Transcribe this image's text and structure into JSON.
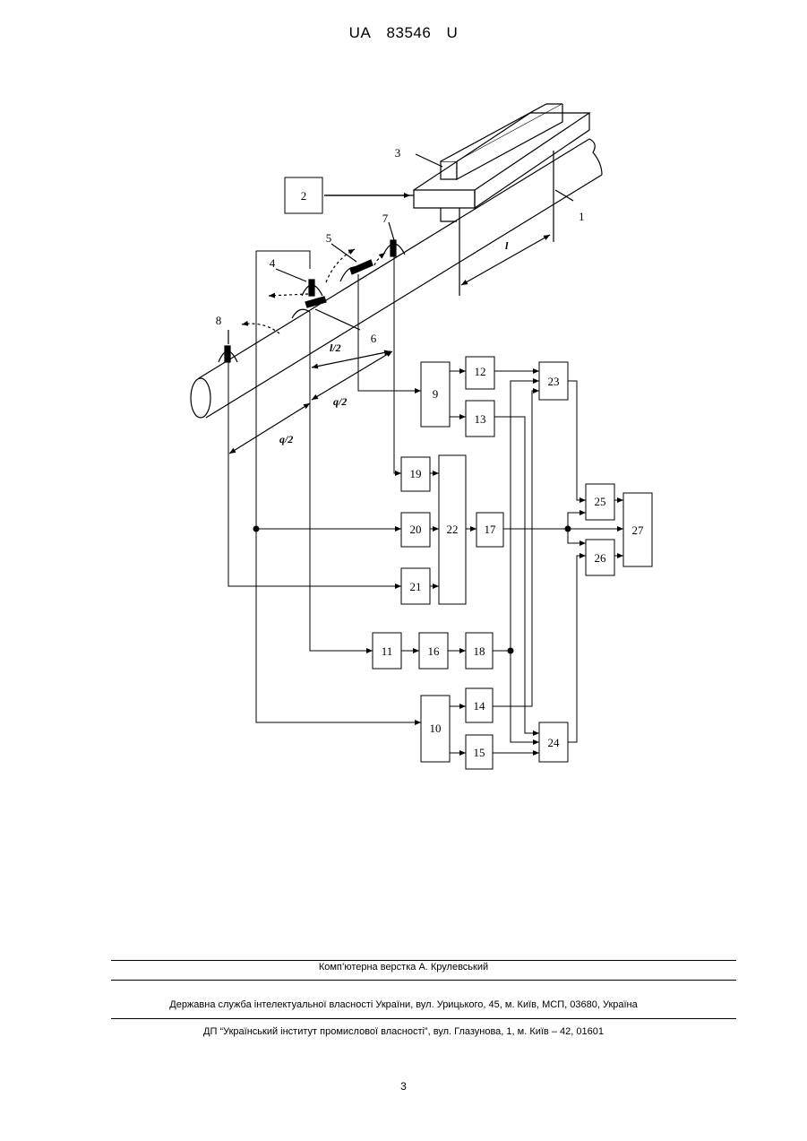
{
  "header": {
    "office": "UA",
    "number": "83546",
    "kind": "U"
  },
  "figure": {
    "labels": {
      "l1": "1",
      "l2": "2",
      "l3": "3",
      "l4": "4",
      "l5": "5",
      "l6": "6",
      "l7": "7",
      "l8": "8",
      "l9": "9",
      "l10": "10",
      "l11": "11",
      "l12": "12",
      "l13": "13",
      "l14": "14",
      "l15": "15",
      "l16": "16",
      "l17": "17",
      "l18": "18",
      "l19": "19",
      "l20": "20",
      "l21": "21",
      "l22": "22",
      "l23": "23",
      "l24": "24",
      "l25": "25",
      "l26": "26",
      "l27": "27"
    },
    "dims": {
      "l": "l",
      "l_half": "l/2",
      "q_half_a": "q/2",
      "q_half_b": "q/2"
    }
  },
  "footer": {
    "layout_credit": "Комп’ютерна верстка А. Крулевський",
    "agency": "Державна служба інтелектуальної власності України, вул. Урицького, 45, м. Київ, МСП, 03680, Україна",
    "institute": "ДП “Український інститут промислової власності”, вул. Глазунова, 1, м. Київ – 42, 01601"
  },
  "page_number": "3"
}
